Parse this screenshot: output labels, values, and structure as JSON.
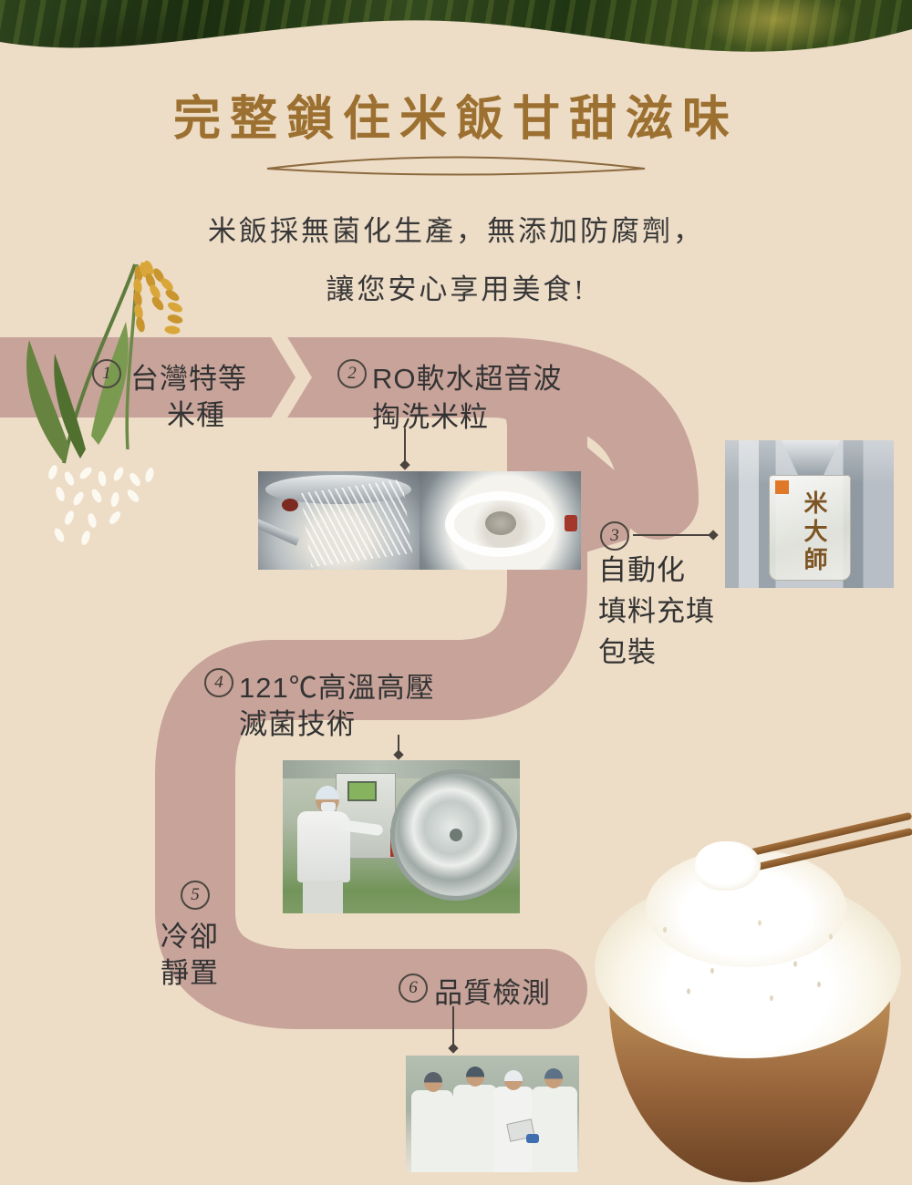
{
  "header": {
    "title": "完整鎖住米飯甘甜滋味"
  },
  "intro": {
    "line1": "米飯採無菌化生產，無添加防腐劑，",
    "line2": "讓您安心享用美食!"
  },
  "steps": [
    {
      "number": "1",
      "lines": [
        "台灣特等",
        "米種"
      ]
    },
    {
      "number": "2",
      "lines": [
        "RO軟水超音波",
        "掏洗米粒"
      ]
    },
    {
      "number": "3",
      "lines": [
        "自動化",
        "填料充填",
        "包裝"
      ]
    },
    {
      "number": "4",
      "lines": [
        "121℃高溫高壓",
        "滅菌技術"
      ]
    },
    {
      "number": "5",
      "lines": [
        "冷卻",
        "靜置"
      ]
    },
    {
      "number": "6",
      "lines": [
        "品質檢測"
      ]
    }
  ],
  "photos": {
    "pouch_label": "米大師"
  },
  "colors": {
    "background": "#eddcc6",
    "ribbon": "#c7a39a",
    "title": "#9c7030",
    "text": "#383838"
  }
}
